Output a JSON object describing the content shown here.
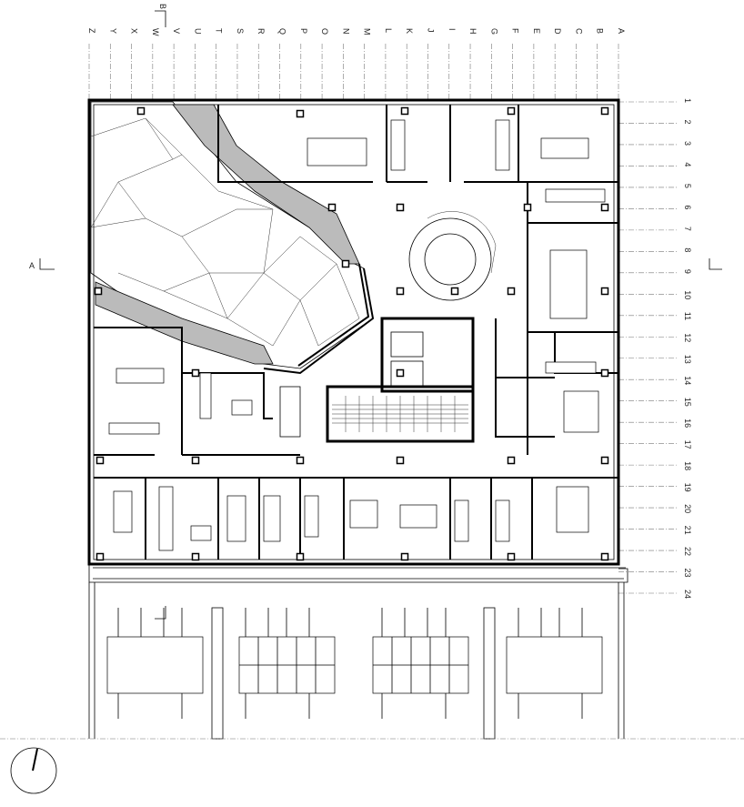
{
  "drawing": {
    "grid_columns": [
      "Z",
      "Y",
      "X",
      "W",
      "V",
      "U",
      "T",
      "S",
      "R",
      "Q",
      "P",
      "O",
      "N",
      "M",
      "L",
      "K",
      "J",
      "I",
      "H",
      "G",
      "F",
      "E",
      "D",
      "C",
      "B",
      "A"
    ],
    "grid_rows": [
      "1",
      "2",
      "3",
      "4",
      "5",
      "6",
      "7",
      "8",
      "9",
      "10",
      "11",
      "12",
      "13",
      "14",
      "15",
      "16",
      "17",
      "18",
      "19",
      "20",
      "21",
      "22",
      "23",
      "24"
    ],
    "section_markers": [
      {
        "label": "A",
        "side": "left"
      },
      {
        "label": "B",
        "side": "top"
      }
    ]
  }
}
